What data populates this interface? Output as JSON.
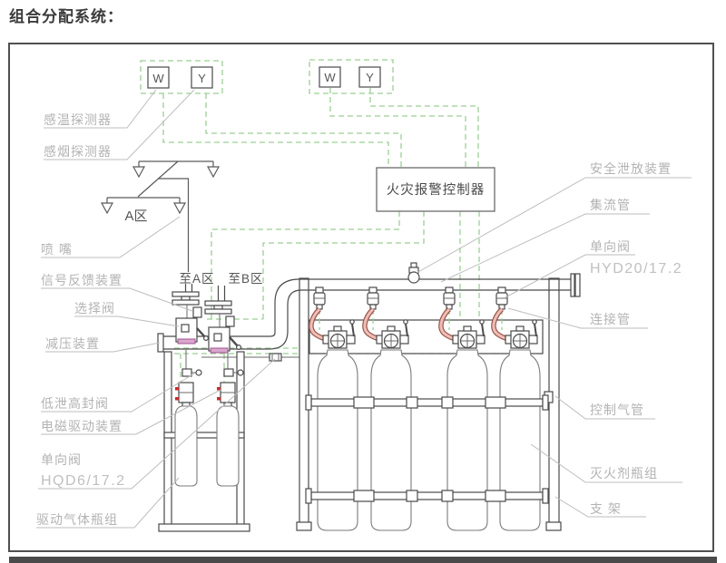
{
  "title": "组合分配系统：",
  "colors": {
    "line": "#4a4a4a",
    "annotation_text": "#b3b3b3",
    "dark_text": "#555555",
    "green_dashed_wire": "#9ccf94",
    "hose_outline": "#9a5a52",
    "hose_fill": "#f1bdb5",
    "valve_base_pink": "#d9a7cc",
    "solenoid_red": "#cc2a2a",
    "footer_bar": "#4a4a4a"
  },
  "detectors": {
    "pair1": {
      "w": "W",
      "y": "Y"
    },
    "pair2": {
      "w": "W",
      "y": "Y"
    },
    "temp_label": "感温探测器",
    "smoke_label": "感烟探测器"
  },
  "controller": {
    "label": "火灾报警控制器"
  },
  "zones": {
    "zone_a": "A区",
    "to_zone_a": "至A区",
    "to_zone_b": "至B区"
  },
  "left_labels": {
    "nozzle": "喷  嘴",
    "signal_feedback": "信号反馈装置",
    "selector_valve": "选择阀",
    "pressure_reducer": "减压装置",
    "low_leak_valve": "低泄高封阀",
    "solenoid_drive": "电磁驱动装置",
    "check_valve": "单向阀",
    "check_valve_model": "HQD6/17.2",
    "drive_cylinders": "驱动气体瓶组"
  },
  "right_labels": {
    "safety_relief": "安全泄放装置",
    "manifold": "集流管",
    "check_valve": "单向阀",
    "check_valve_model": "HYD20/17.2",
    "connect_pipe": "连接管",
    "control_pipe": "控制气管",
    "agent_cylinders": "灭火剂瓶组",
    "bracket": "支  架"
  }
}
